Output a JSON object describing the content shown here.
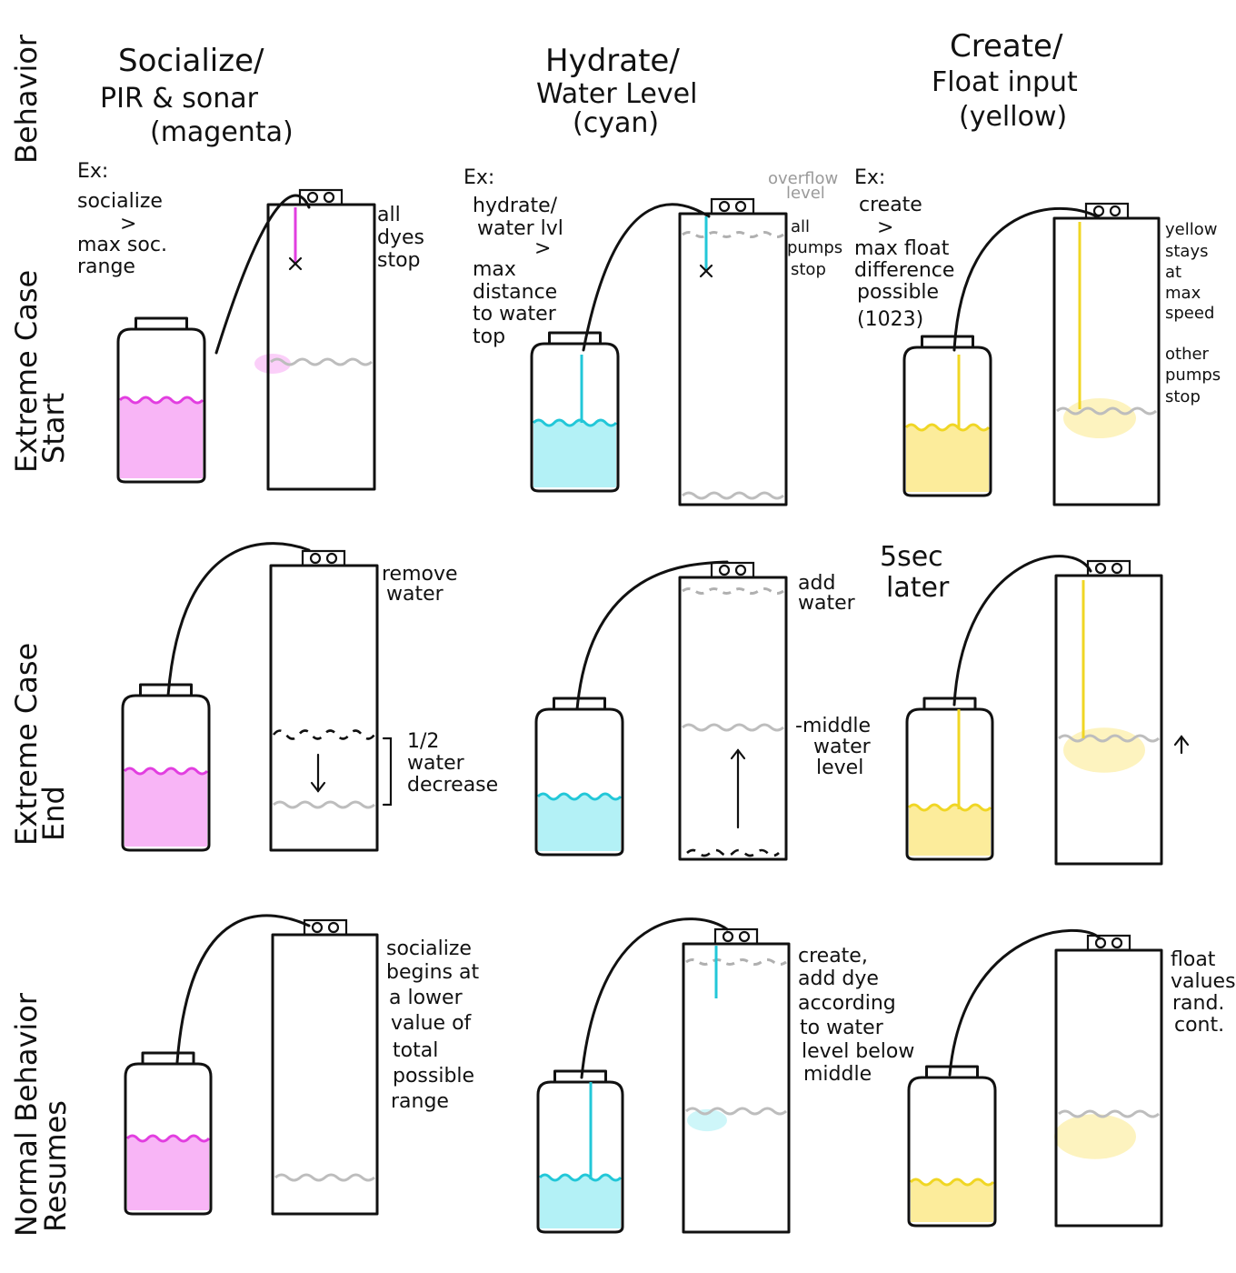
{
  "colors": {
    "magenta": "#e23ee0",
    "magenta_fill": "#f7a8f4",
    "cyan": "#22c7d8",
    "cyan_fill": "#a6eef4",
    "yellow": "#f0d624",
    "yellow_fill": "#fbe98a",
    "ink": "#111111",
    "grey_line": "#bdbdbd"
  },
  "row_labels": {
    "behavior": "Behavior",
    "extreme_start": [
      "Extreme Case",
      "Start"
    ],
    "extreme_end": [
      "Extreme Case",
      "End"
    ],
    "normal": [
      "Normal Behavior",
      "Resumes"
    ]
  },
  "columns": [
    {
      "title": [
        "Socialize/",
        "PIR & sonar",
        "(magenta)"
      ]
    },
    {
      "title": [
        "Hydrate/",
        "Water Level",
        "(cyan)"
      ]
    },
    {
      "title": [
        "Create/",
        "Float input",
        "(yellow)"
      ]
    }
  ],
  "notes": {
    "r1c1_ex": [
      "Ex:",
      "socialize",
      ">",
      "max soc.",
      "range"
    ],
    "r1c1_side": [
      "all",
      "dyes",
      "stop"
    ],
    "r1c2_ex": [
      "Ex:",
      "hydrate/",
      "water lvl",
      ">",
      "max",
      "distance",
      "to water",
      "top"
    ],
    "r1c2_overflow": [
      "overflow",
      "level"
    ],
    "r1c2_side": [
      "all",
      "pumps",
      "stop"
    ],
    "r1c3_ex": [
      "Ex:",
      "create",
      ">",
      "max float",
      "difference",
      "possible",
      "(1023)"
    ],
    "r1c3_side": [
      "yellow",
      "stays",
      "at",
      "max",
      "speed",
      "other",
      "pumps",
      "stop"
    ],
    "r2c1_side": [
      "remove",
      "water"
    ],
    "r2c1_bracket": [
      "1/2",
      "water",
      "decrease"
    ],
    "r2c2_side": [
      "add",
      "water"
    ],
    "r2c2_mid": [
      "-middle",
      "water",
      "level"
    ],
    "r2c3_later": [
      "5sec",
      "later"
    ],
    "r3c1_side": [
      "socialize",
      "begins at",
      "a lower",
      "value of",
      "total",
      "possible",
      "range"
    ],
    "r3c2_side": [
      "create,",
      "add dye",
      "according",
      "to water",
      "level below",
      "middle"
    ],
    "r3c3_side": [
      "float",
      "values",
      "rand.",
      "cont."
    ]
  }
}
